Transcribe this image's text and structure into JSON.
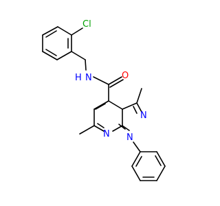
{
  "molecule": {
    "atoms": [
      {
        "id": "Cl",
        "text": "Cl"
      },
      {
        "id": "O",
        "text": "O"
      },
      {
        "id": "N1",
        "text": "N"
      },
      {
        "id": "H1",
        "text": "H"
      },
      {
        "id": "N2",
        "text": "N"
      },
      {
        "id": "N3",
        "text": "N"
      },
      {
        "id": "N4",
        "text": "N"
      }
    ],
    "colors": {
      "bond": "#000000",
      "carbon": "#000000",
      "nitrogen": "#0000ff",
      "oxygen": "#ff0000",
      "chlorine": "#00a000"
    }
  }
}
